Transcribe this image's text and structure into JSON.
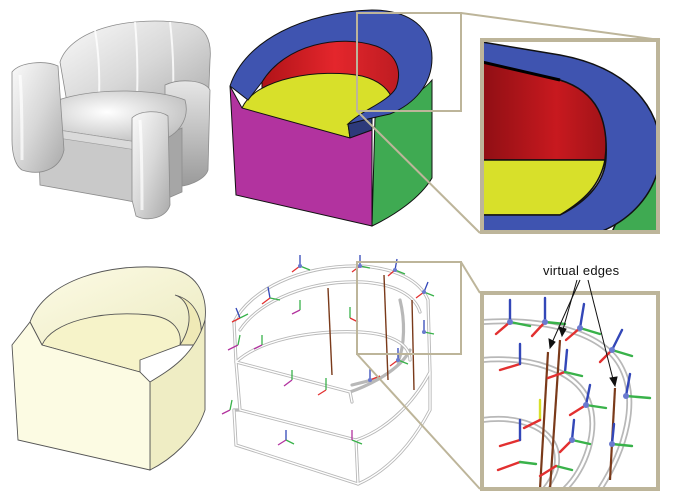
{
  "figure": {
    "annotation_label": "virtual edges",
    "panels": [
      {
        "id": "shaded-armchair-render",
        "style": "grey shaded 3D render"
      },
      {
        "id": "colored-segment-model",
        "style": "flat colored segments"
      },
      {
        "id": "segment-zoom-inset",
        "style": "magnified inset"
      },
      {
        "id": "cream-abstraction-model",
        "style": "cream flat model"
      },
      {
        "id": "wireframe-frames-model",
        "style": "wireframe with local axis frames"
      },
      {
        "id": "wireframe-zoom-inset",
        "style": "magnified inset with virtual edges"
      }
    ],
    "colors": {
      "back_band": "#3f54b0",
      "back_inner": "#d61f27",
      "seat": "#d8e02a",
      "front": "#b2339f",
      "side": "#3faa52",
      "cream": "#fbf8d6",
      "inset_frame": "#bdb59a",
      "axis_red": "#e23030",
      "axis_green": "#39b24a",
      "axis_blue": "#3347b8",
      "virtual_edge": "#7a3a1a"
    }
  }
}
